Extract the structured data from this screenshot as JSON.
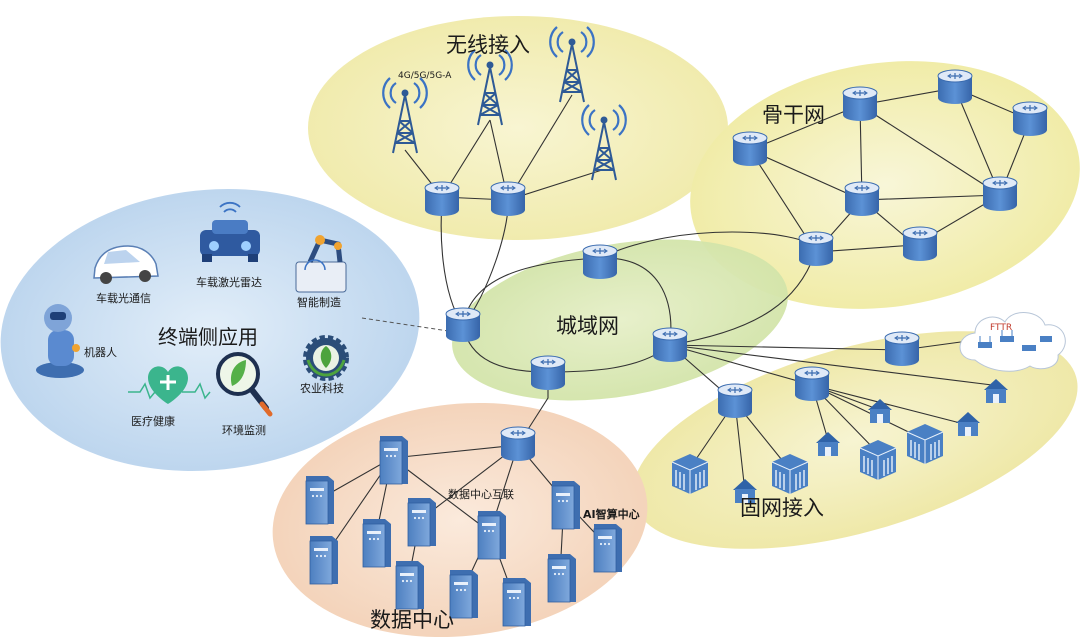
{
  "regions": {
    "wireless": "无线接入",
    "backbone": "骨干网",
    "metro": "城域网",
    "fixed": "固网接入",
    "datacenter": "数据中心",
    "terminal": "终端侧应用"
  },
  "labels": {
    "tower_tech": "4G/5G/5G-A",
    "fttr": "FTTR",
    "dc_interconnect": "数据中心互联",
    "ai_center": "AI智算中心"
  },
  "apps": {
    "car_optical": "车载光通信",
    "lidar": "车载激光雷达",
    "smart_mfg": "智能制造",
    "robot": "机器人",
    "agri": "农业科技",
    "medical": "医疗健康",
    "env": "环境监测"
  },
  "colors": {
    "wireless_fill": "#f1edb0",
    "backbone_fill": "#f3efb4",
    "metro_fill": "#dbe8b6",
    "fixed_fill": "#f1edb0",
    "datacenter_fill": "#f6dcc8",
    "terminal_fill": "#c6dcf0",
    "device_blue": "#4d7fc0"
  }
}
